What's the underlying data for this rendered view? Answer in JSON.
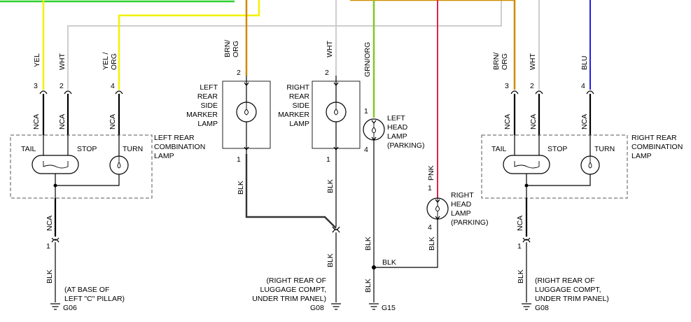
{
  "colors": {
    "yel": "#f2f200",
    "wht": "#c8c8c8",
    "brn_org": "#d08a00",
    "grn_org": "#80c820",
    "pnk": "#e0204a",
    "blu": "#2020e0",
    "grn_top": "#30d030",
    "blk": "#000000"
  },
  "left_comb": {
    "wires": [
      "YEL",
      "WHT",
      "YEL /\nORG"
    ],
    "pins": [
      "3",
      "2",
      "4"
    ],
    "nca": [
      "NCA",
      "NCA",
      "NCA"
    ],
    "lamp_labels": [
      "TAIL",
      "STOP",
      "TURN"
    ],
    "title": [
      "LEFT REAR",
      "COMBINATION",
      "LAMP"
    ],
    "out_nca": "NCA",
    "out_pin": "1",
    "out_wire": "BLK",
    "ground_note": [
      "(AT BASE OF",
      "LEFT \"C\" PILLAR)"
    ],
    "ground": "G06"
  },
  "left_side_marker": {
    "wire": "BRN/\nORG",
    "pin_top": "2",
    "pin_bot": "1",
    "title": [
      "LEFT",
      "REAR",
      "SIDE",
      "MARKER",
      "LAMP"
    ],
    "out_wire": "BLK"
  },
  "right_side_marker": {
    "wire": "WHT",
    "pin_top": "2",
    "pin_bot": "1",
    "title": [
      "RIGHT",
      "REAR",
      "SIDE",
      "MARKER",
      "LAMP"
    ],
    "out_wire": "BLK",
    "out_wire2": "BLK",
    "ground_note": [
      "(RIGHT REAR OF",
      "LUGGAGE COMPT,",
      "UNDER TRIM PANEL)"
    ],
    "ground": "G08"
  },
  "left_head": {
    "wire": "GRN/ORG",
    "pin_top": "1",
    "pin_bot": "4",
    "title": [
      "LEFT",
      "HEAD",
      "LAMP",
      "(PARKING)"
    ],
    "out_wire": "BLK",
    "out_wire2": "BLK",
    "ground": "G15"
  },
  "right_head": {
    "wire": "PNK",
    "pin_top": "1",
    "pin_bot": "4",
    "title": [
      "RIGHT",
      "HEAD",
      "LAMP",
      "(PARKING)"
    ],
    "out_wire": "BLK",
    "splice_wire": "BLK"
  },
  "right_comb": {
    "wires": [
      "BRN/\nORG",
      "WHT",
      "BLU"
    ],
    "pins": [
      "3",
      "2",
      "4"
    ],
    "nca": [
      "NCA",
      "NCA",
      "NCA"
    ],
    "lamp_labels": [
      "TAIL",
      "STOP",
      "TURN"
    ],
    "title": [
      "RIGHT REAR",
      "COMBINATION",
      "LAMP"
    ],
    "out_nca": "NCA",
    "out_pin": "1",
    "out_wire": "BLK",
    "ground_note": [
      "(RIGHT REAR OF",
      "LUGGAGE COMPT,",
      "UNDER TRIM PANEL)"
    ],
    "ground": "G08"
  }
}
